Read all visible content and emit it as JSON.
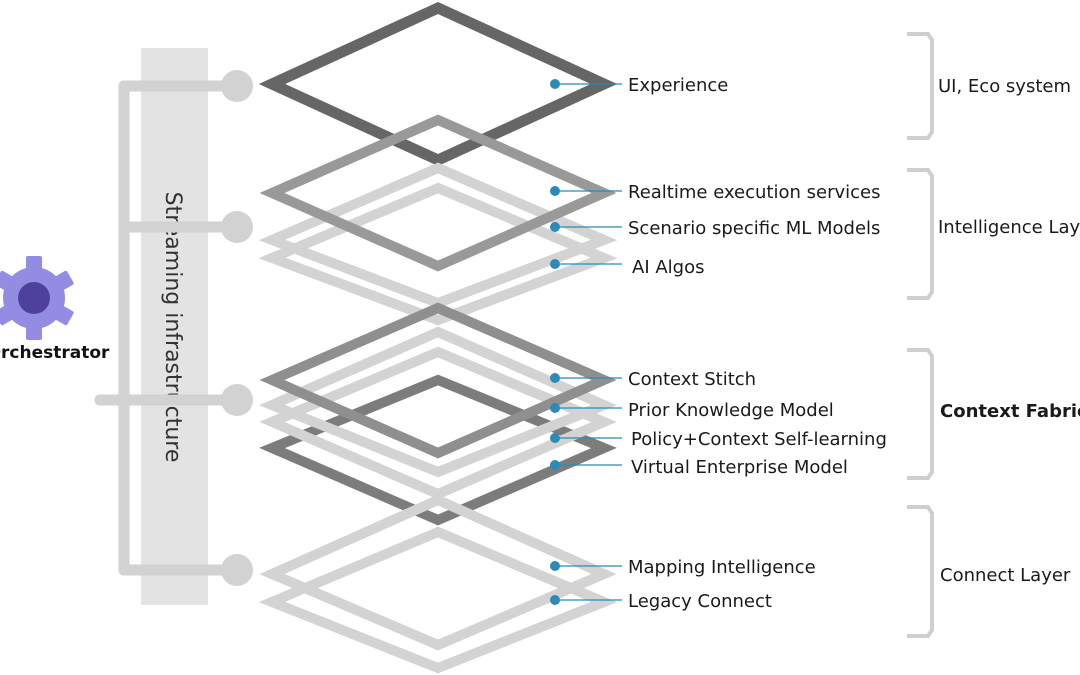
{
  "orchestrator": {
    "label": "Orchestrator",
    "icon": "gear-icon",
    "color": "#8f88e0",
    "core_color": "#4a3c9c"
  },
  "streaming": {
    "label": "Streaming infrastructure"
  },
  "colors": {
    "dark": "#6b6b6b",
    "mid": "#9a9a9a",
    "light": "#cfcfcf",
    "accent": "#2a8ab8"
  },
  "layers": {
    "experience": "Experience",
    "realtime": "Realtime execution services",
    "scenario_ml": "Scenario specific ML Models",
    "ai_algos": "AI Algos",
    "context_stitch": "Context Stitch",
    "prior_knowledge": "Prior Knowledge Model",
    "policy_context": "Policy+Context Self-learning",
    "virtual_enterprise": "Virtual Enterprise Model",
    "mapping_intelligence": "Mapping Intelligence",
    "legacy_connect": "Legacy Connect"
  },
  "groups": {
    "ui_eco": "UI, Eco system",
    "intelligence": "Intelligence Layer",
    "context_fabric": "Context Fabric",
    "connect": "Connect Layer"
  }
}
